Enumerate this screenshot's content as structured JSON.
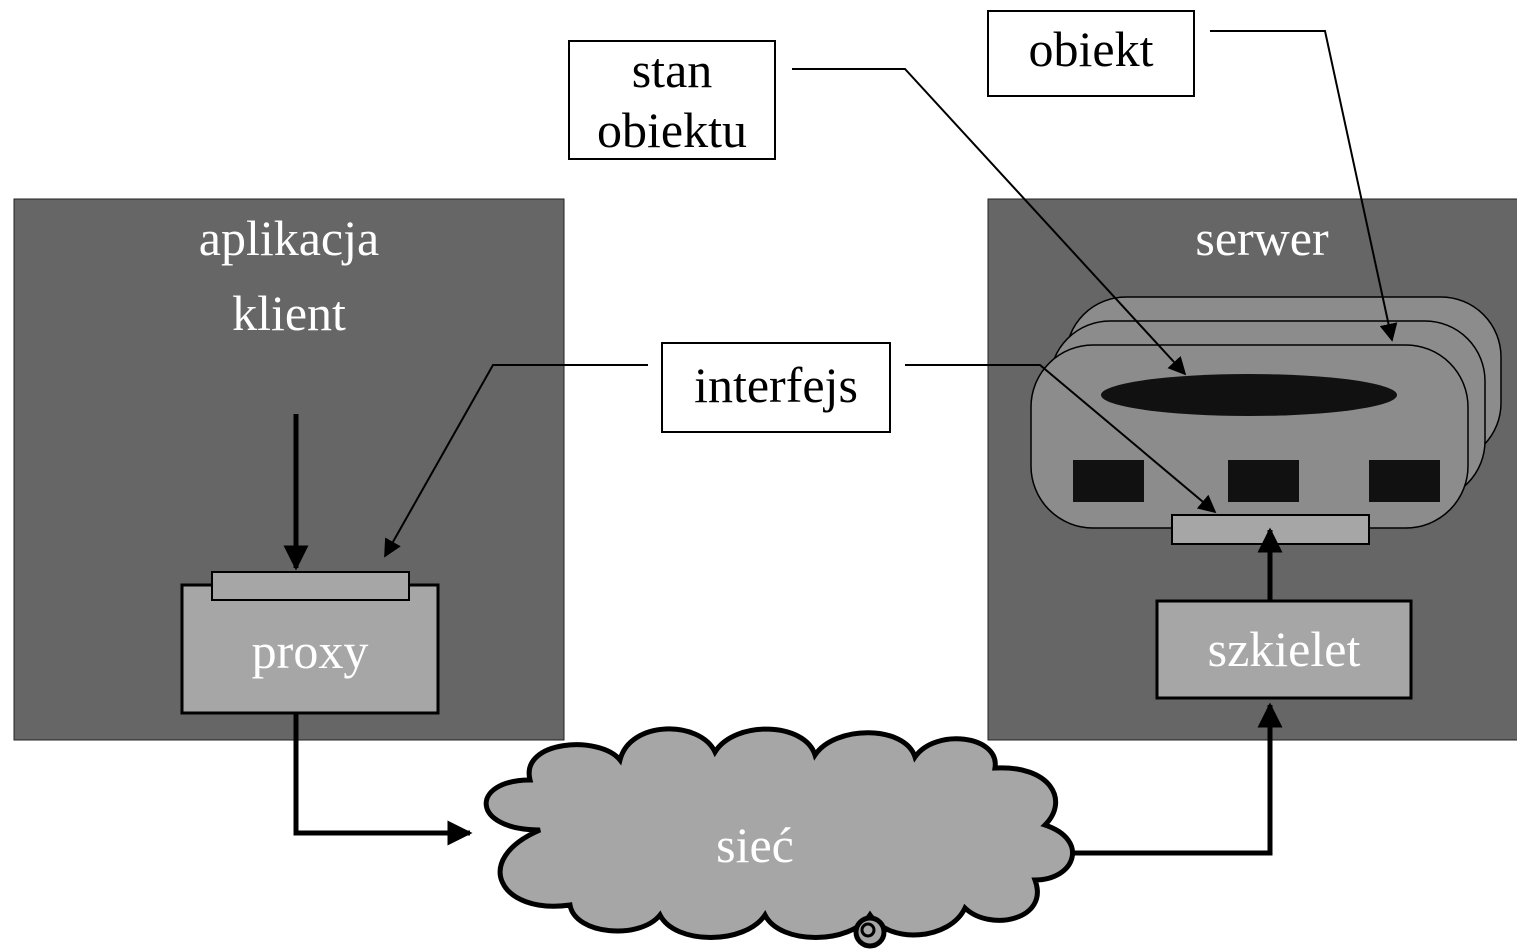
{
  "labels": {
    "client_line1": "aplikacja",
    "client_line2": "klient",
    "server": "serwer",
    "proxy": "proxy",
    "skeleton": "szkielet",
    "network": "sieć",
    "interface": "interfejs",
    "object_state_line1": "stan",
    "object_state_line2": "obiektu",
    "object": "obiekt"
  },
  "colors": {
    "container": "#666666",
    "component": "#a6a6a6",
    "object_shell": "#8c8c8c",
    "dark": "#111111",
    "line": "#000000",
    "label_bg": "#ffffff"
  }
}
